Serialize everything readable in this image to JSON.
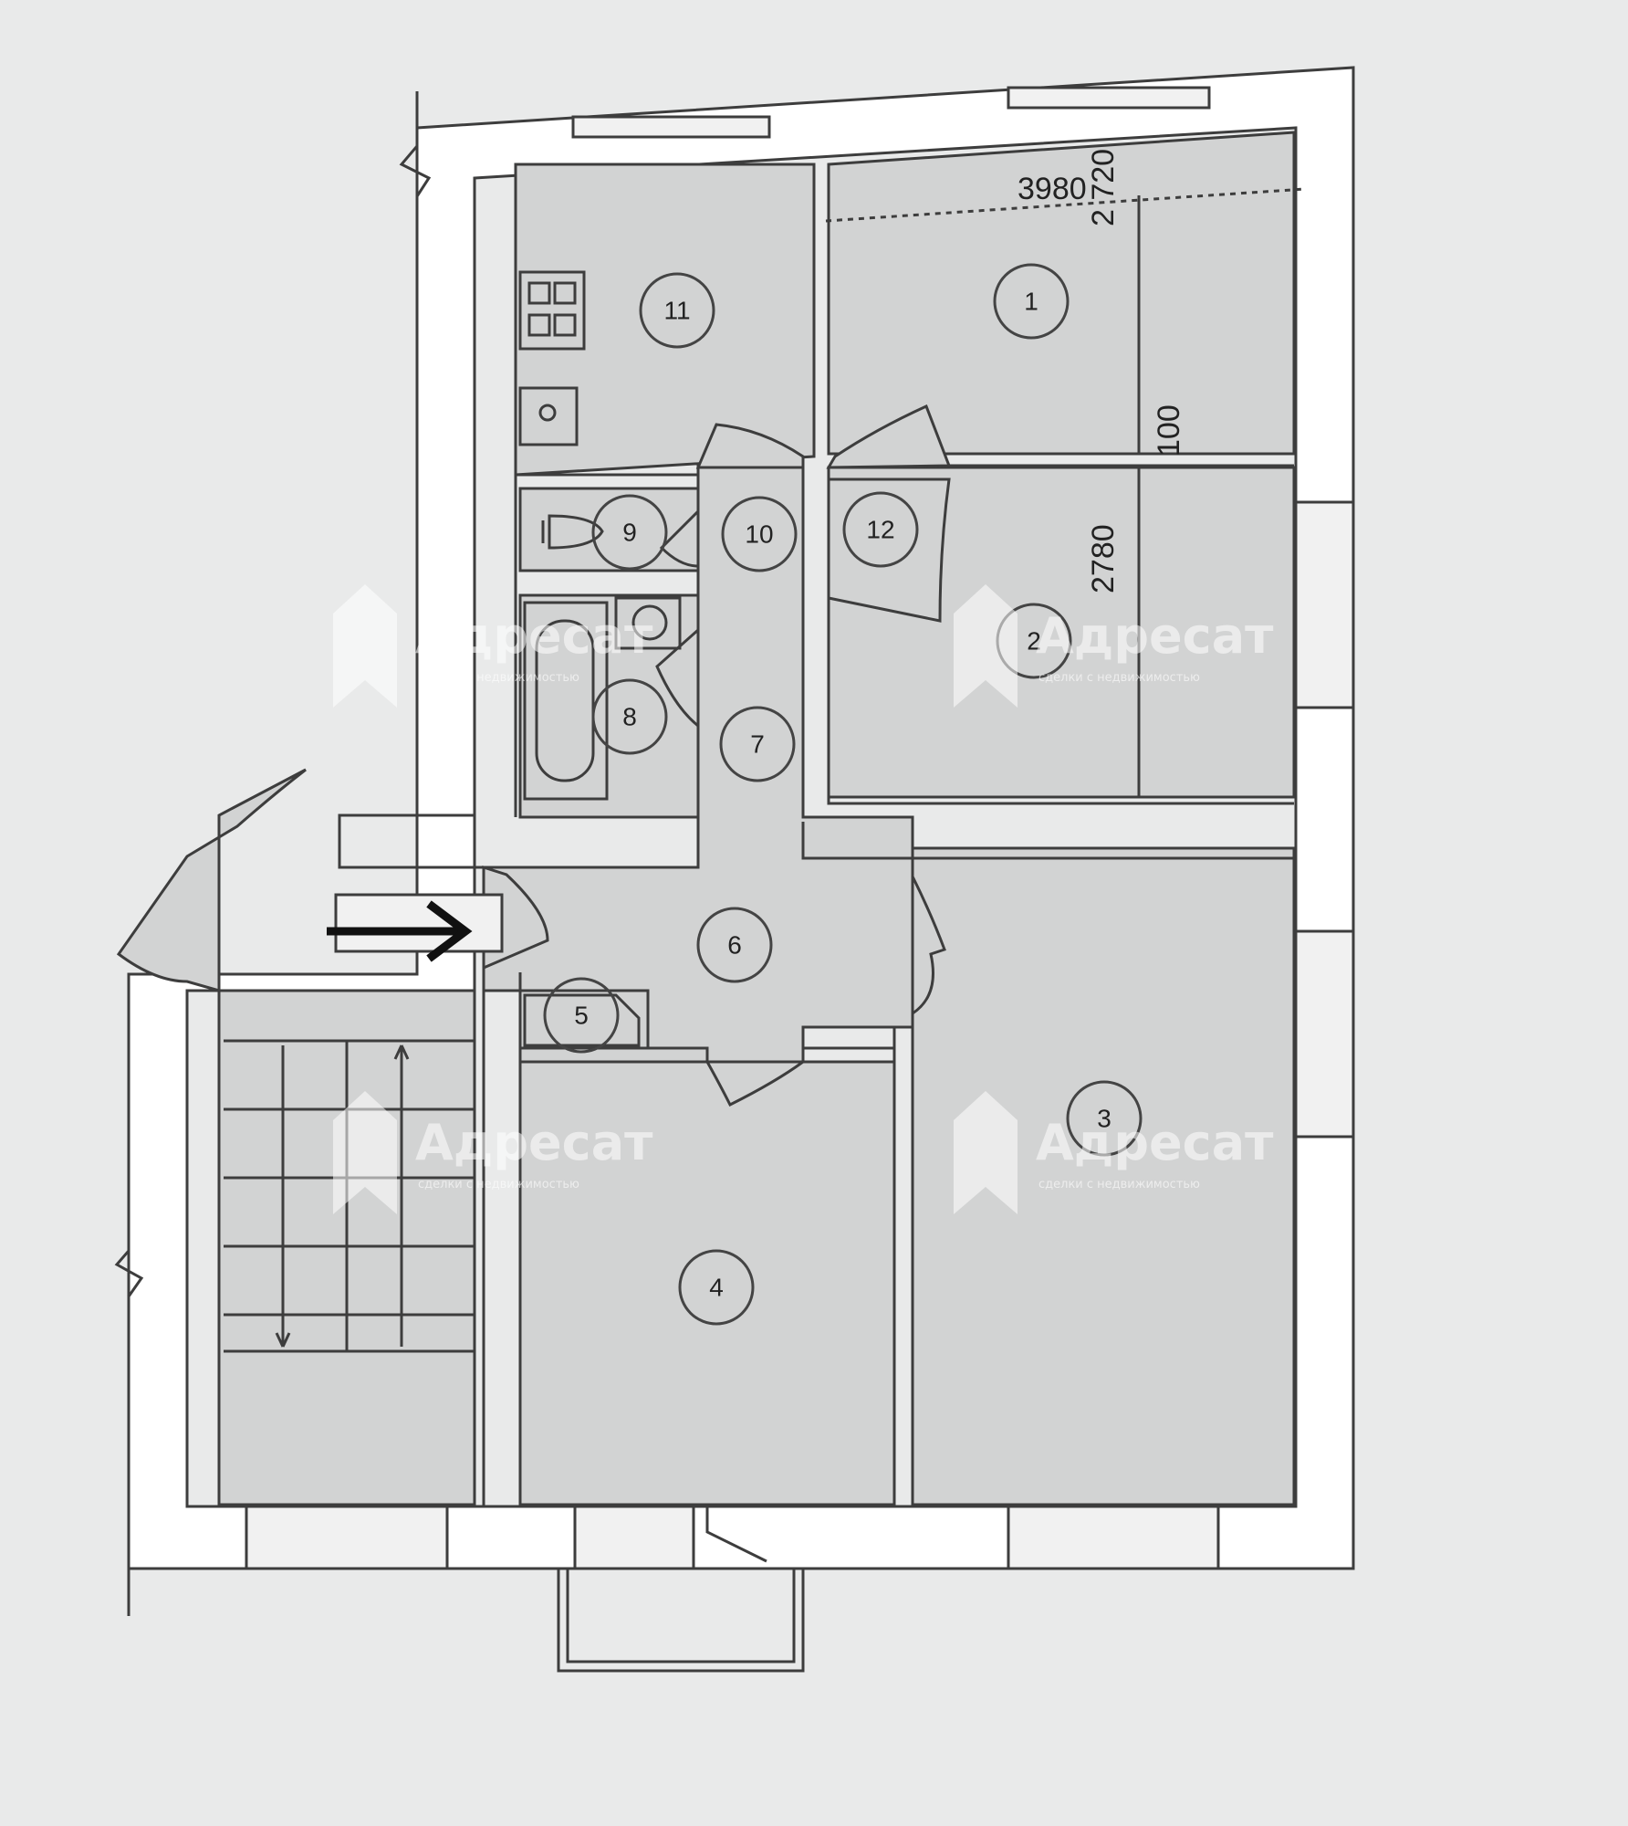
{
  "rooms": [
    {
      "id": "1"
    },
    {
      "id": "2"
    },
    {
      "id": "3"
    },
    {
      "id": "4"
    },
    {
      "id": "5"
    },
    {
      "id": "6"
    },
    {
      "id": "7"
    },
    {
      "id": "8"
    },
    {
      "id": "9"
    },
    {
      "id": "10"
    },
    {
      "id": "11"
    },
    {
      "id": "12"
    }
  ],
  "dimensions": {
    "room1_width": "3980",
    "room1_depth": "2 720",
    "wall_thickness": "100",
    "room2_depth": "2780"
  },
  "watermark": {
    "brand": "Адресат",
    "tagline": "сделки с недвижимостью"
  },
  "colors": {
    "background": "#e9eaea",
    "floor": "#d2d3d3",
    "wall": "#ffffff",
    "line": "#3d3d3d"
  }
}
